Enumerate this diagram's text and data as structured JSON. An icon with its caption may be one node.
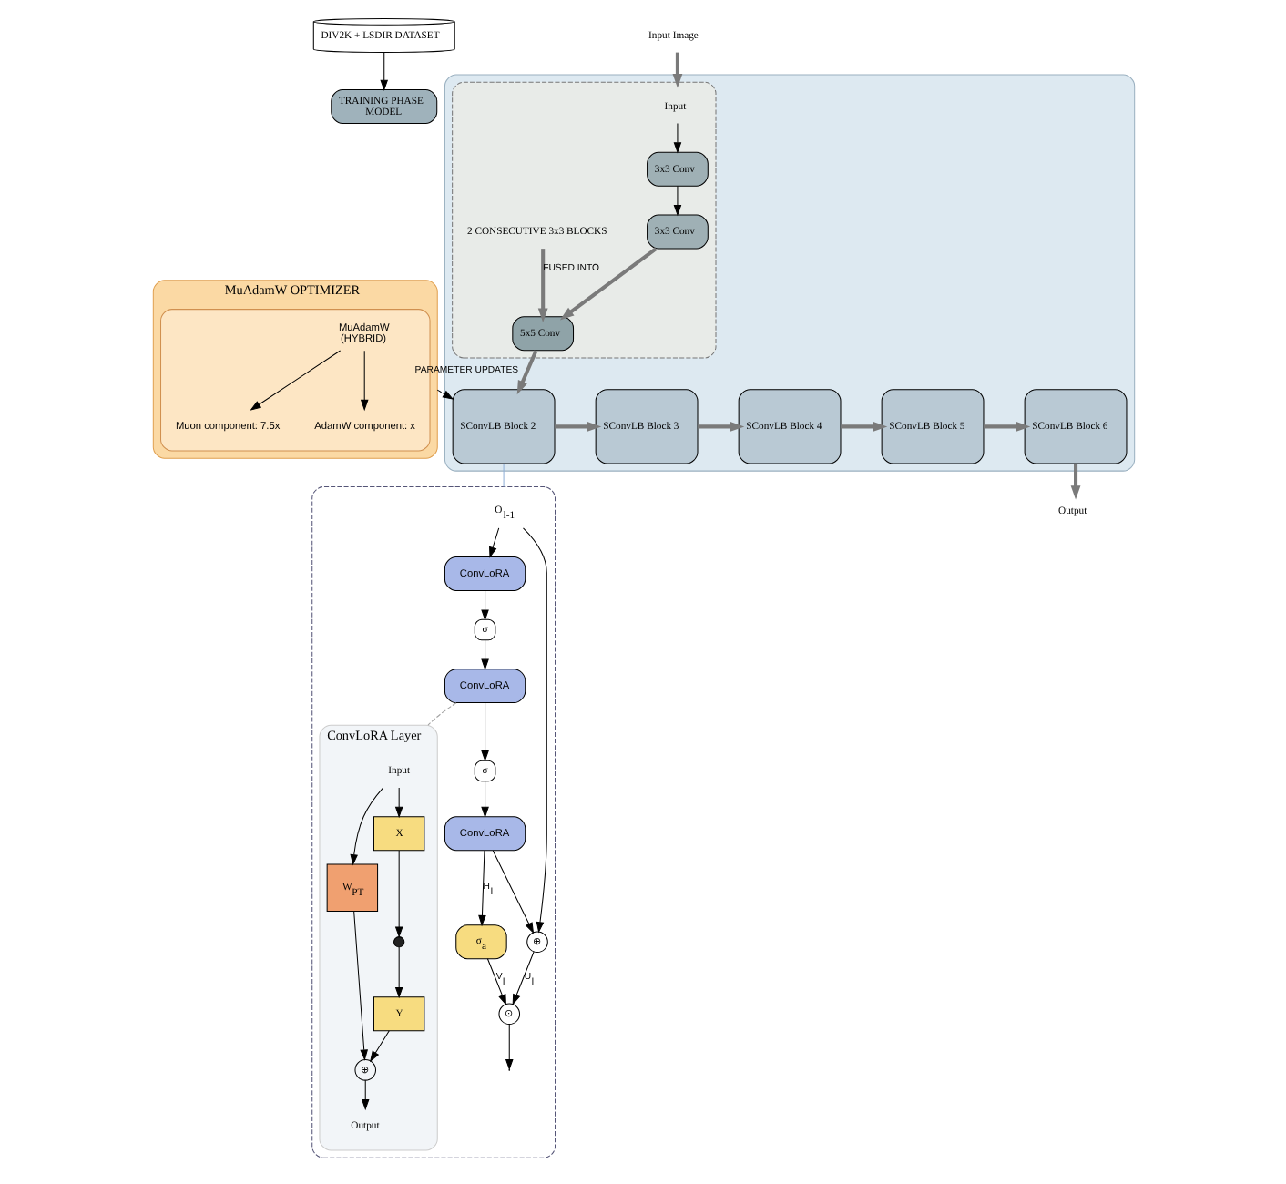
{
  "diagram": {
    "nodes": [
      {
        "text": [
          "DIV2K + LSDIR DATASET"
        ]
      },
      {
        "text": [
          "TRAINING PHASE",
          "MODEL"
        ]
      },
      {
        "text": [
          "MuAdamW OPTIMIZER"
        ]
      },
      {
        "text": [],
        "shape": "box",
        "in": 2
      },
      {
        "text": [
          "MuAdamW",
          "(HYBRID)"
        ],
        "in": 3
      },
      {
        "text": [
          "Muon component: 7.5x"
        ],
        "in": 3
      },
      {
        "text": [
          "AdamW component: x"
        ],
        "in": 3
      },
      {
        "text": [],
        "shape": "box"
      },
      {
        "text": [],
        "shape": "box",
        "in": 7
      },
      {
        "text": [
          "Input Image"
        ]
      },
      {
        "text": [
          "Input"
        ],
        "in": 8
      },
      {
        "text": [
          "3x3 Conv"
        ],
        "in": 8
      },
      {
        "text": [
          "3x3 Conv"
        ],
        "in": 8
      },
      {
        "text": [
          "2 CONSECUTIVE 3x3 BLOCKS"
        ],
        "in": 8
      },
      {
        "text": [
          "5x5 Conv"
        ],
        "in": 8
      },
      {
        "text": [
          "SConvLB Block 2"
        ],
        "in": 7
      },
      {
        "text": [
          "SConvLB Block 3"
        ],
        "in": 7
      },
      {
        "text": [
          "SConvLB Block 4"
        ],
        "in": 7
      },
      {
        "text": [
          "SConvLB Block 5"
        ],
        "in": 7
      },
      {
        "text": [
          "SConvLB Block 6"
        ],
        "in": 7
      },
      {
        "text": [
          "Output"
        ]
      },
      {
        "text": [],
        "shape": "box"
      },
      {
        "text": [
          "O$_{l-1}$"
        ],
        "in": 21
      },
      {
        "text": [
          "ConvLoRA"
        ],
        "in": 21
      },
      {
        "text": [
          "σ"
        ],
        "in": 21
      },
      {
        "text": [
          "ConvLoRA"
        ],
        "in": 21
      },
      {
        "text": [
          "σ"
        ],
        "in": 21
      },
      {
        "text": [
          "ConvLoRA"
        ],
        "in": 21
      },
      {
        "text": [
          "⊕"
        ],
        "in": 21
      },
      {
        "text": [
          "⊙"
        ],
        "in": 21
      },
      {
        "text": [
          "σ$_{a}$"
        ],
        "in": 21
      },
      {
        "text": [
          "ConvLoRA Layer"
        ],
        "in": 21
      },
      {
        "text": [
          "Input"
        ],
        "in": 31
      },
      {
        "text": [
          "W$_{PT}$"
        ],
        "in": 31
      },
      {
        "text": [
          "X"
        ],
        "in": 31
      },
      {
        "text": [],
        "shape": "circle",
        "in": 31
      },
      {
        "text": [
          "Y"
        ],
        "in": 31
      },
      {
        "text": [
          "⊕"
        ],
        "in": 31
      },
      {
        "text": [
          "Output"
        ],
        "in": 31
      }
    ],
    "edges": [
      {
        "from": 0,
        "to": 1,
        "arrow": "to"
      },
      {
        "from": 4,
        "to": 5,
        "arrow": "to"
      },
      {
        "from": 4,
        "to": 6,
        "arrow": "to"
      },
      {
        "from": 2,
        "to": 15,
        "arrow": "to",
        "label": "PARAMETER UPDATES",
        "style": "dashed"
      },
      {
        "from": 9,
        "to": 8,
        "arrow": "to",
        "style": "thick",
        "color": "#7a7a7a"
      },
      {
        "from": 10,
        "to": 11,
        "arrow": "to"
      },
      {
        "from": 11,
        "to": 12,
        "arrow": "to"
      },
      {
        "from": 13,
        "to": 14,
        "arrow": "to",
        "label": "FUSED INTO",
        "style": "thick",
        "color": "#7a7a7a"
      },
      {
        "from": 12,
        "to": 14,
        "arrow": "to",
        "style": "thick",
        "color": "#7a7a7a"
      },
      {
        "from": 14,
        "to": 15,
        "arrow": "to",
        "style": "thick",
        "color": "#7a7a7a"
      },
      {
        "from": 15,
        "to": 16,
        "arrow": "to",
        "style": "thick",
        "color": "#7a7a7a"
      },
      {
        "from": 16,
        "to": 17,
        "arrow": "to",
        "style": "thick",
        "color": "#7a7a7a"
      },
      {
        "from": 17,
        "to": 18,
        "arrow": "to",
        "style": "thick",
        "color": "#7a7a7a"
      },
      {
        "from": 18,
        "to": 19,
        "arrow": "to",
        "style": "thick",
        "color": "#7a7a7a"
      },
      {
        "from": 19,
        "to": 20,
        "arrow": "to",
        "style": "thick",
        "color": "#7a7a7a"
      },
      {
        "from": 15,
        "to": 21,
        "arrow": "none",
        "color": "#8fb0d8"
      },
      {
        "from": 22,
        "to": 23,
        "arrow": "to"
      },
      {
        "from": 23,
        "to": 24,
        "arrow": "to"
      },
      {
        "from": 24,
        "to": 25,
        "arrow": "to"
      },
      {
        "from": 25,
        "to": 26,
        "arrow": "to"
      },
      {
        "from": 26,
        "to": 27,
        "arrow": "to"
      },
      {
        "from": 27,
        "to": 28,
        "arrow": "to"
      },
      {
        "from": 27,
        "to": 30,
        "arrow": "to",
        "label": "H$_{l}$"
      },
      {
        "from": 22,
        "to": 28,
        "arrow": "to"
      },
      {
        "from": 28,
        "to": 29,
        "arrow": "to",
        "label": "U$_{l}$"
      },
      {
        "from": 30,
        "to": 29,
        "arrow": "to",
        "label": "V$_{l}$"
      },
      {
        "from": 29,
        "to": null,
        "arrow": "to"
      },
      {
        "from": 25,
        "to": 31,
        "arrow": "none",
        "style": "dashed",
        "color": "#a0a0a0"
      },
      {
        "from": 32,
        "to": 33,
        "arrow": "to"
      },
      {
        "from": 32,
        "to": 34,
        "arrow": "to"
      },
      {
        "from": 34,
        "to": 35,
        "arrow": "to"
      },
      {
        "from": 35,
        "to": 36,
        "arrow": "to"
      },
      {
        "from": 36,
        "to": 37,
        "arrow": "to"
      },
      {
        "from": 33,
        "to": 37,
        "arrow": "to"
      },
      {
        "from": 37,
        "to": 38,
        "arrow": "to"
      }
    ]
  }
}
